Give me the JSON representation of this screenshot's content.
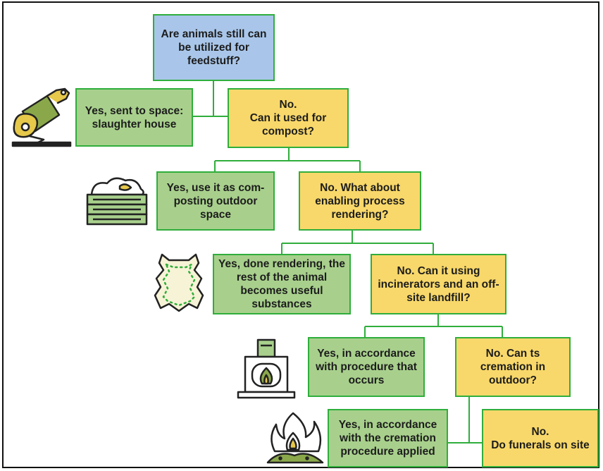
{
  "nodes": {
    "q1": "Are animals still can be utilized for feedstuff?",
    "yes1": "Yes, sent to space: slaughter house",
    "q2": "No.\nCan it used for compost?",
    "yes2": "Yes, use it as com-posting outdoor space",
    "q3": "No. What about enabling process rendering?",
    "yes3": "Yes, done rendering, the rest of the animal becomes useful substances",
    "q4": "No. Can it using incinerators and an off-site landfill?",
    "yes4": "Yes, in accordance with procedure that occurs",
    "q5": "No. Can ts cremation in outdoor?",
    "yes5": "Yes, in accordance with the cremation procedure applied",
    "no_final": "No.\nDo funerals on site"
  },
  "icons": {
    "icon1": "cleaver-meat-icon",
    "icon2": "compost-crate-icon",
    "icon3": "animal-hide-icon",
    "icon4": "incinerator-icon",
    "icon5": "fire-icon"
  },
  "colors": {
    "question_start": "#a9c6ea",
    "yes_box": "#a8d08c",
    "no_box": "#f8d86a",
    "border": "#2fae3c",
    "connector": "#2fae3c"
  }
}
